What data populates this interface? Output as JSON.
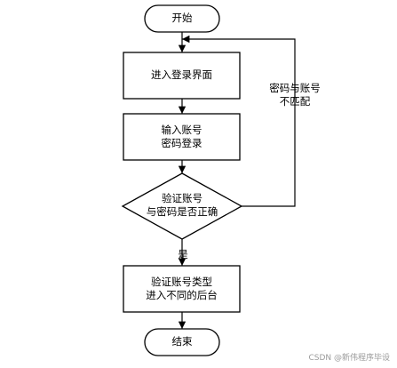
{
  "nodes": {
    "start": {
      "label": "开始"
    },
    "login_page": {
      "label": "进入登录界面"
    },
    "input_account": {
      "line1": "输入账号",
      "line2": "密码登录"
    },
    "verify": {
      "line1": "验证账号",
      "line2": "与密码是否正确"
    },
    "route": {
      "line1": "验证账号类型",
      "line2": "进入不同的后台"
    },
    "end": {
      "label": "结束"
    }
  },
  "edges": {
    "mismatch": {
      "line1": "密码与账号",
      "line2": "不匹配"
    },
    "yes": {
      "label": "是"
    }
  },
  "watermark": {
    "text": "CSDN @新伟程序毕设"
  }
}
